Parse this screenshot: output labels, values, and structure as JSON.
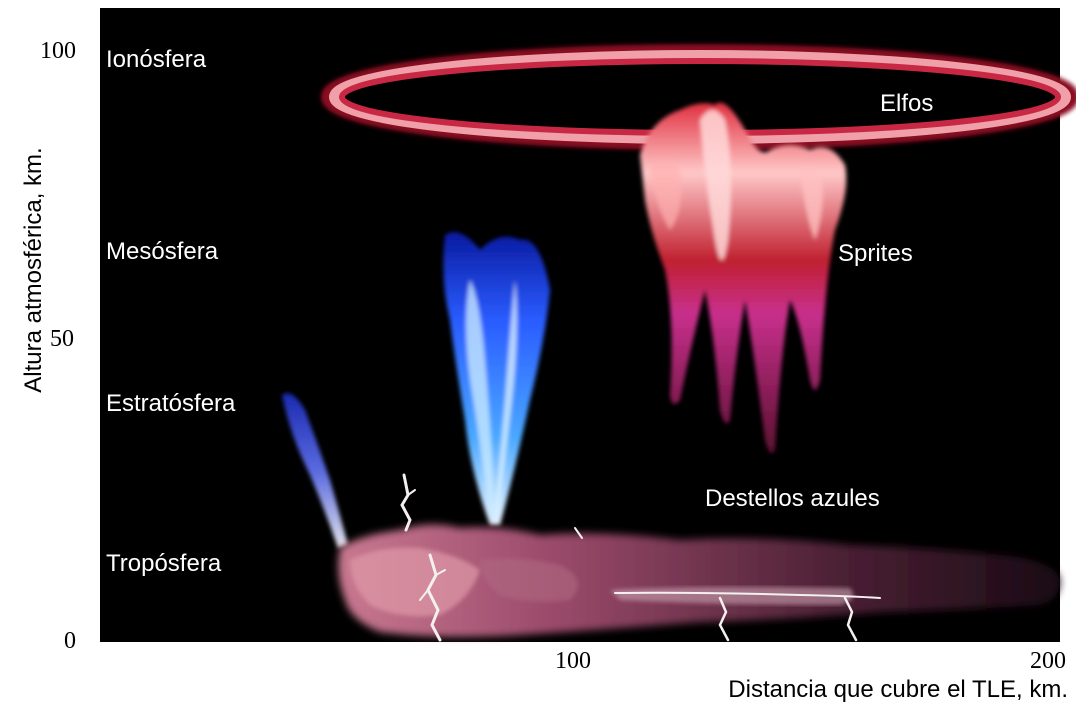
{
  "axes": {
    "y_title": "Altura atmosférica, km.",
    "x_title": "Distancia que cubre el TLE, km.",
    "y_ticks": [
      "100",
      "50",
      "0"
    ],
    "x_ticks": [
      "100",
      "200"
    ]
  },
  "layers": {
    "ionosphere": "Ionósfera",
    "mesosphere": "Mesósfera",
    "stratosphere": "Estratósfera",
    "troposphere": "Tropósfera"
  },
  "phenomena": {
    "elves": "Elfos",
    "sprites": "Sprites",
    "blue_jets": "Destellos azules"
  },
  "colors": {
    "sky": "#000000",
    "elves_ring": "#c8203c",
    "sprite_top": "#d42a3a",
    "sprite_bottom": "#b8287e",
    "blue_jet": "#2a4cf0",
    "cloud": "#8a4a6a"
  }
}
